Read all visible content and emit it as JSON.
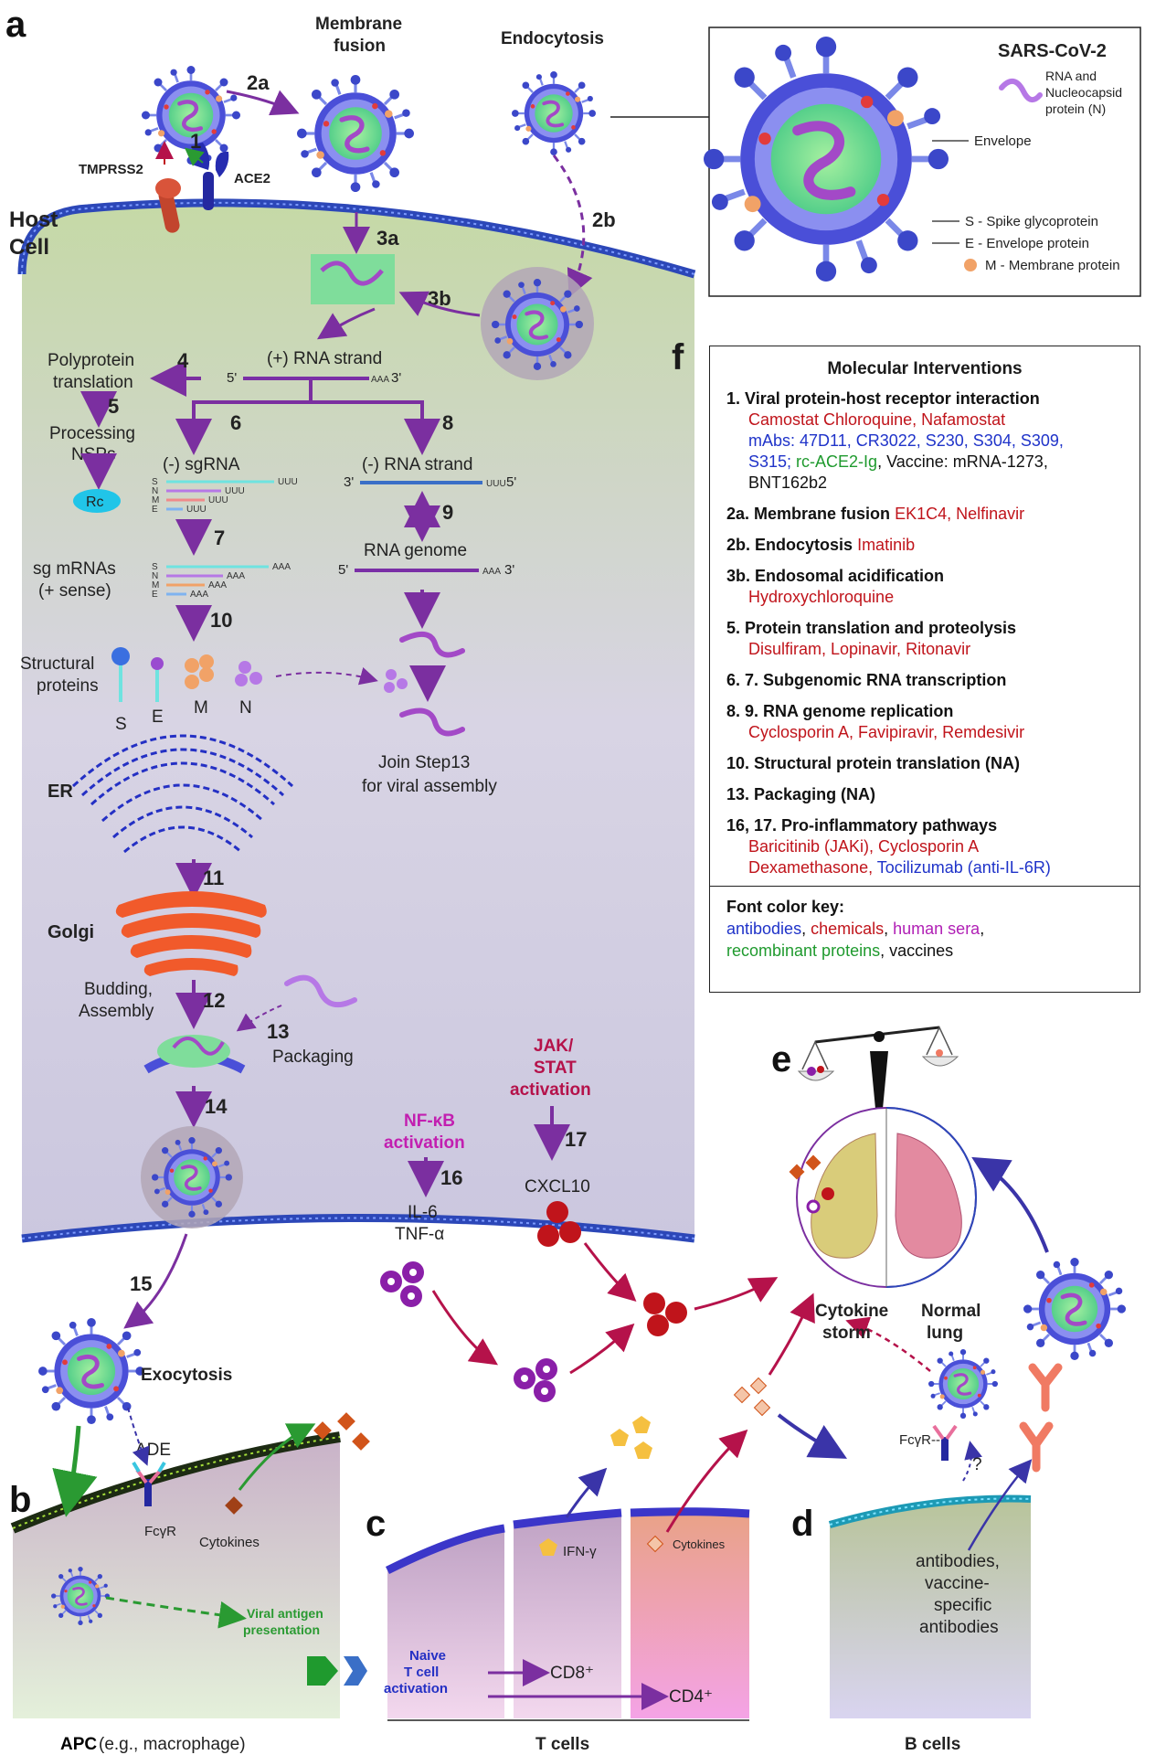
{
  "panels": {
    "a": "a",
    "b": "b",
    "c": "c",
    "d": "d",
    "e": "e",
    "f": "f"
  },
  "panel_a": {
    "host_cell": [
      "Host",
      "Cell"
    ],
    "membrane_fusion": [
      "Membrane",
      "fusion"
    ],
    "endocytosis": "Endocytosis",
    "tmprss2": "TMPRSS2",
    "ace2": "ACE2",
    "steps": {
      "s1": "1",
      "s2a": "2a",
      "s2b": "2b",
      "s3a": "3a",
      "s3b": "3b",
      "s4": "4",
      "s5": "5",
      "s6": "6",
      "s7": "7",
      "s8": "8",
      "s9": "9",
      "s10": "10",
      "s11": "11",
      "s12": "12",
      "s13": "13",
      "s14": "14",
      "s15": "15",
      "s16": "16",
      "s17": "17"
    },
    "plus_rna": "(+) RNA strand",
    "five_prime": "5'",
    "three_prime": "3'",
    "aaa": "AAA",
    "uuu": "UUU",
    "polyprotein": [
      "Polyprotein",
      "translation"
    ],
    "processing": [
      "Processing",
      "NSPs"
    ],
    "rc": "Rc",
    "minus_sgrna": "(-) sgRNA",
    "minus_rna": "(-) RNA strand",
    "sgrna_letters": [
      "S",
      "N",
      "M",
      "E"
    ],
    "sg_mrnas": [
      "sg mRNAs",
      "(+ sense)"
    ],
    "rna_genome": "RNA genome",
    "structural": [
      "Structural",
      "proteins"
    ],
    "prot_labels": [
      "S",
      "E",
      "M",
      "N"
    ],
    "join_step": [
      "Join Step13",
      "for viral assembly"
    ],
    "er": "ER",
    "golgi": "Golgi",
    "budding": [
      "Budding,",
      "Assembly"
    ],
    "packaging": "Packaging",
    "nfkb": [
      "NF-κB",
      "activation"
    ],
    "jakstat": [
      "JAK/",
      "STAT",
      "activation"
    ],
    "il6": [
      "IL-6",
      "TNF-α"
    ],
    "cxcl10": "CXCL10",
    "exocytosis": "Exocytosis"
  },
  "inset": {
    "title": "SARS-CoV-2",
    "rna_label": [
      "RNA and",
      "Nucleocapsid",
      "protein (N)"
    ],
    "envelope": "Envelope",
    "spike": "S - Spike glycoprotein",
    "e_protein": "E - Envelope protein",
    "m_protein": "M - Membrane protein"
  },
  "panel_b": {
    "ade": "ADE",
    "fcgr": "FcγR",
    "cytokines": "Cytokines",
    "viral_antigen": [
      "Viral antigen",
      "presentation"
    ],
    "apc_bold": "APC",
    "apc_rest": " (e.g., macrophage)"
  },
  "panel_c": {
    "ifn": "IFN-γ",
    "cytokines": "Cytokines",
    "naive": [
      "Naive",
      "T cell",
      "activation"
    ],
    "cd8": "CD8⁺",
    "cd4": "CD4⁺",
    "tcells": "T cells"
  },
  "panel_d": {
    "fcgr": "FcγR--",
    "question": "?",
    "antibodies": [
      "antibodies,",
      "vaccine-",
      "specific",
      "antibodies"
    ],
    "bcells": "B cells"
  },
  "panel_e": {
    "cytokine_storm": [
      "Cytokine",
      "storm"
    ],
    "normal_lung": [
      "Normal",
      "lung"
    ]
  },
  "panel_f": {
    "title": "Molecular Interventions",
    "items": [
      {
        "head": "1. Viral protein-host receptor interaction",
        "drugs": [
          [
            {
              "t": "Camostat  Chloroquine, Nafamostat",
              "c": "red"
            }
          ],
          [
            {
              "t": "mAbs: 47D11, CR3022, S230, S304, S309,",
              "c": "blue"
            }
          ],
          [
            {
              "t": "S315;",
              "c": "blue"
            },
            {
              "t": " rc-ACE2-Ig",
              "c": "green"
            },
            {
              "t": ", Vaccine: mRNA-1273,",
              "c": "black"
            }
          ],
          [
            {
              "t": "BNT162b2",
              "c": "black"
            }
          ]
        ]
      },
      {
        "head": "2a. Membrane fusion",
        "inline": [
          {
            "t": "EK1C4, Nelfinavir",
            "c": "red"
          }
        ]
      },
      {
        "head": "2b. Endocytosis",
        "inline": [
          {
            "t": "Imatinib",
            "c": "red"
          }
        ]
      },
      {
        "head": "3b. Endosomal acidification",
        "drugs": [
          [
            {
              "t": "Hydroxychloroquine",
              "c": "red"
            }
          ]
        ]
      },
      {
        "head": "5. Protein translation and proteolysis",
        "drugs": [
          [
            {
              "t": "Disulfiram, Lopinavir, Ritonavir",
              "c": "red"
            }
          ]
        ]
      },
      {
        "head": "6. 7. Subgenomic RNA transcription"
      },
      {
        "head": "8. 9. RNA genome replication",
        "drugs": [
          [
            {
              "t": "Cyclosporin A, Favipiravir, Remdesivir",
              "c": "red"
            }
          ]
        ]
      },
      {
        "head": "10. Structural protein translation (NA)"
      },
      {
        "head": "13. Packaging  (NA)"
      },
      {
        "head": "16, 17. Pro-inflammatory pathways",
        "drugs": [
          [
            {
              "t": "Baricitinib (JAKi), Cyclosporin A",
              "c": "red"
            }
          ],
          [
            {
              "t": "Dexamethasone,",
              "c": "red"
            },
            {
              "t": " Tocilizumab (anti-IL-6R)",
              "c": "blue"
            }
          ]
        ]
      }
    ],
    "key_title": "Font color key:",
    "key_lines": [
      [
        {
          "t": "antibodies",
          "c": "blue"
        },
        {
          "t": ", ",
          "c": "black"
        },
        {
          "t": "chemicals",
          "c": "red"
        },
        {
          "t": ", ",
          "c": "black"
        },
        {
          "t": "human sera",
          "c": "purple"
        },
        {
          "t": ",",
          "c": "black"
        }
      ],
      [
        {
          "t": "recombinant proteins",
          "c": "green"
        },
        {
          "t": ", vaccines",
          "c": "black"
        }
      ]
    ]
  },
  "colors": {
    "red": "#c0141b",
    "blue": "#1f33c9",
    "green": "#1f9a2e",
    "purple": "#b01fb5",
    "black": "#111111",
    "arrow_purple": "#7b2fa0",
    "crimson": "#b5124a",
    "membrane": "#2c47b8"
  }
}
